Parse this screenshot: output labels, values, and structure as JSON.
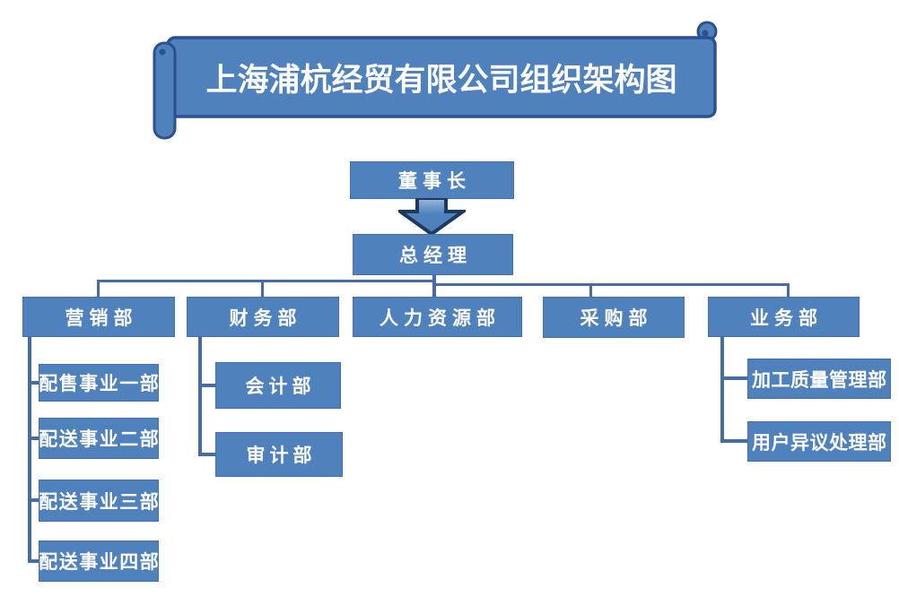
{
  "banner": {
    "title": "上海浦杭经贸有限公司组织架构图"
  },
  "nodes": {
    "chairman": "董事长",
    "general_manager": "总经理"
  },
  "departments": [
    {
      "label": "营销部",
      "children": [
        "配售事业一部",
        "配送事业二部",
        "配送事业三部",
        "配送事业四部"
      ]
    },
    {
      "label": "财务部",
      "children": [
        "会计部",
        "审计部"
      ]
    },
    {
      "label": "人力资源部",
      "children": []
    },
    {
      "label": "采购部",
      "children": []
    },
    {
      "label": "业务部",
      "children": [
        "加工质量管理部",
        "用户异议处理部"
      ]
    }
  ],
  "icons": {
    "down_arrow": "block-down-arrow"
  },
  "colors": {
    "shape_fill": "#4f81bd",
    "shape_border": "#2b5190",
    "connector_line": "#476ba3",
    "arrow_outline": "#1d3a5e",
    "text": "#ffffff",
    "background": "#ffffff"
  }
}
